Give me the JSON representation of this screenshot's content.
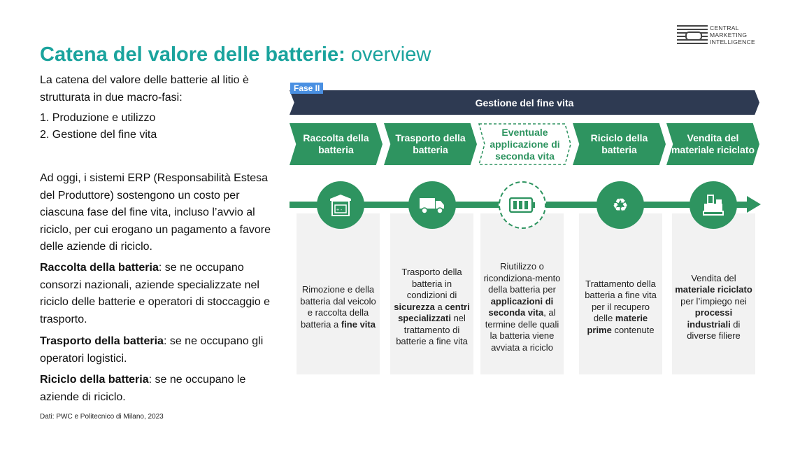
{
  "title": {
    "bold": "Catena del valore delle batterie:",
    "light": "overview"
  },
  "logo": {
    "line1": "CENTRAL",
    "line2": "MARKETING",
    "line3": "INTELLIGENCE"
  },
  "left": {
    "intro": "La catena del valore delle batterie al litio è strutturata in due macro-fasi:",
    "list": [
      "1.  Produzione e utilizzo",
      "2.  Gestione del fine vita"
    ],
    "erp": "Ad oggi, i sistemi ERP (Responsabilità Estesa del Produttore) sostengono un costo per ciascuna fase del fine vita, incluso l’avvio al riciclo, per cui erogano un pagamento a favore delle aziende di riciclo.",
    "s1_bold": "Raccolta della batteria",
    "s1_text": ": se ne occupano consorzi nazionali, aziende specializzate nel riciclo delle batterie e operatori di stoccaggio e trasporto.",
    "s2_bold": "Trasporto della batteria",
    "s2_text": ": se ne occupano gli operatori logistici.",
    "s3_bold": "Riciclo della batteria",
    "s3_text": ": se ne occupano le aziende di riciclo.",
    "source": "Dati: PWC e Politecnico di Milano, 2023"
  },
  "diagram": {
    "phase": "Fase II",
    "banner": "Gestione del fine vita",
    "steps": [
      {
        "label": "Raccolta della batteria",
        "icon": "battery-storage-icon"
      },
      {
        "label": "Trasporto della batteria",
        "icon": "truck-icon"
      },
      {
        "label": "Eventuale applicazione di seconda vita",
        "icon": "battery-level-icon"
      },
      {
        "label": "Riciclo della batteria",
        "icon": "recycle-icon"
      },
      {
        "label": "Vendita del materiale riciclato",
        "icon": "cash-register-icon"
      }
    ],
    "cards": [
      [
        "Rimozione e della batteria dal veicolo e raccolta della batteria a ",
        "fine vita",
        ""
      ],
      [
        "Trasporto della batteria in condizioni di ",
        "sicurezza",
        " a ",
        "centri specializzati",
        " nel trattamento di batterie a fine vita"
      ],
      [
        "Riutilizzo o ricondiziona-mento della batteria per ",
        "applicazioni di seconda vita",
        ", al termine delle quali la batteria viene avviata a riciclo"
      ],
      [
        "Trattamento della batteria a fine vita per il recupero delle ",
        "materie prime",
        " contenute"
      ],
      [
        "Vendita del ",
        "materiale riciclato",
        " per l’impiego nei ",
        "processi industriali",
        " di diverse filiere"
      ]
    ]
  }
}
